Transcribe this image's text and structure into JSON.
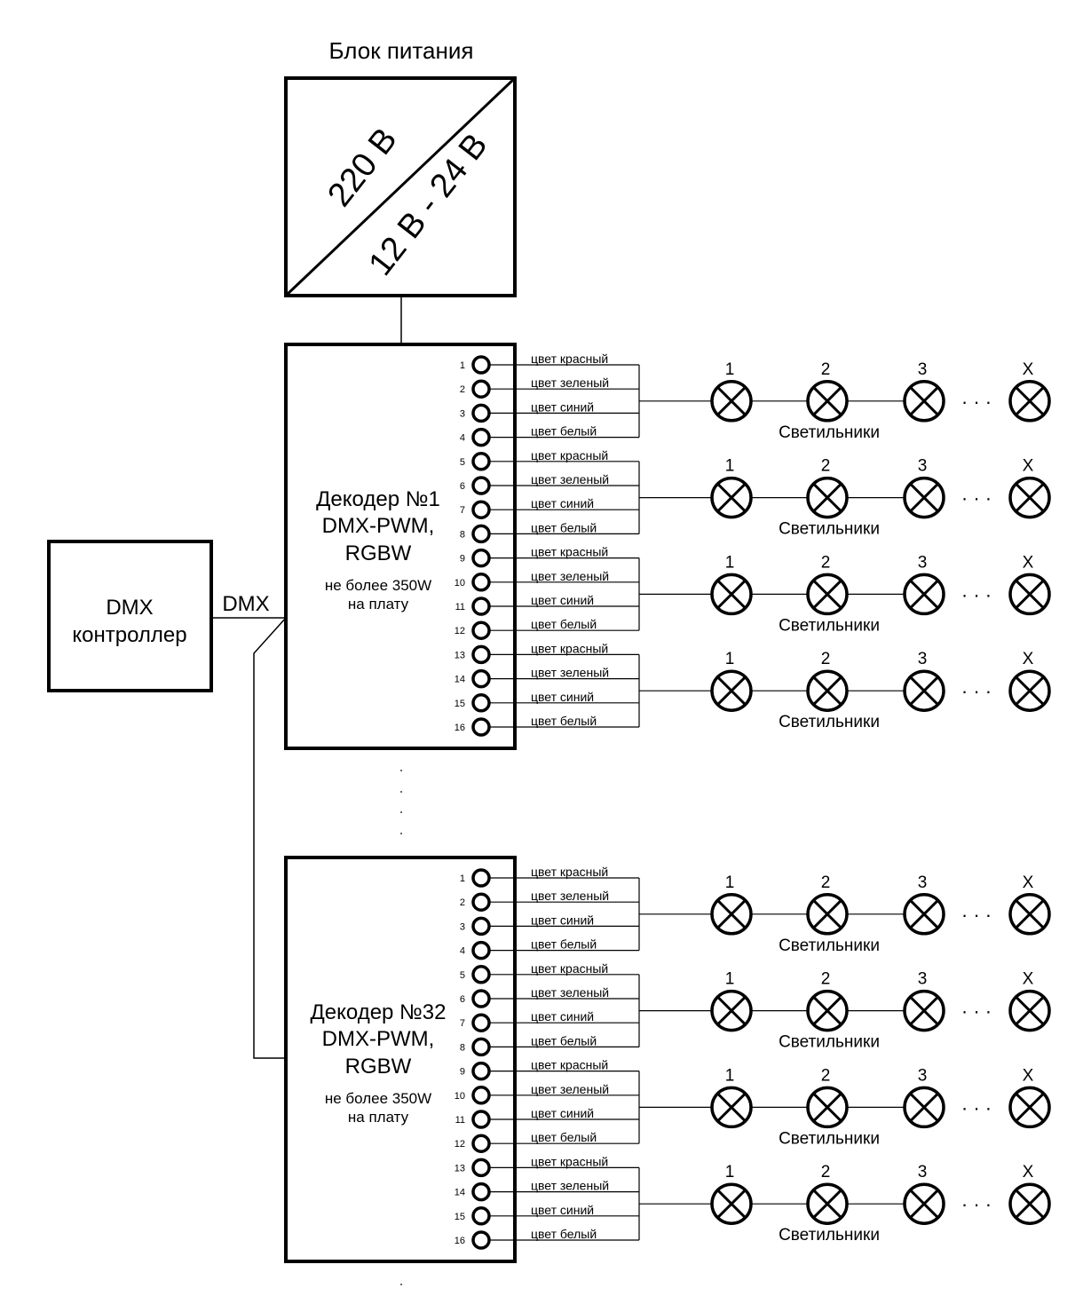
{
  "power_supply": {
    "title": "Блок питания",
    "input": "220 В",
    "output": "12 В - 24 В"
  },
  "controller": {
    "line1": "DMX",
    "line2": "контроллер",
    "bus_label": "DMX"
  },
  "decoders": [
    {
      "name": "Декодер №1",
      "type": "DMX-PWM,",
      "mode": "RGBW",
      "limit1": "не более 350W",
      "limit2": "на плату"
    },
    {
      "name": "Декодер №32",
      "type": "DMX-PWM,",
      "mode": "RGBW",
      "limit1": "не более 350W",
      "limit2": "на плату"
    }
  ],
  "channel_colors": [
    "цвет красный",
    "цвет зеленый",
    "цвет синий",
    "цвет белый"
  ],
  "terminals": [
    "1",
    "2",
    "3",
    "4",
    "5",
    "6",
    "7",
    "8",
    "9",
    "10",
    "11",
    "12",
    "13",
    "14",
    "15",
    "16"
  ],
  "lamp_labels": [
    "1",
    "2",
    "3",
    "X"
  ],
  "fixtures_label": "Светильники",
  "ellipsis": "· · ·"
}
